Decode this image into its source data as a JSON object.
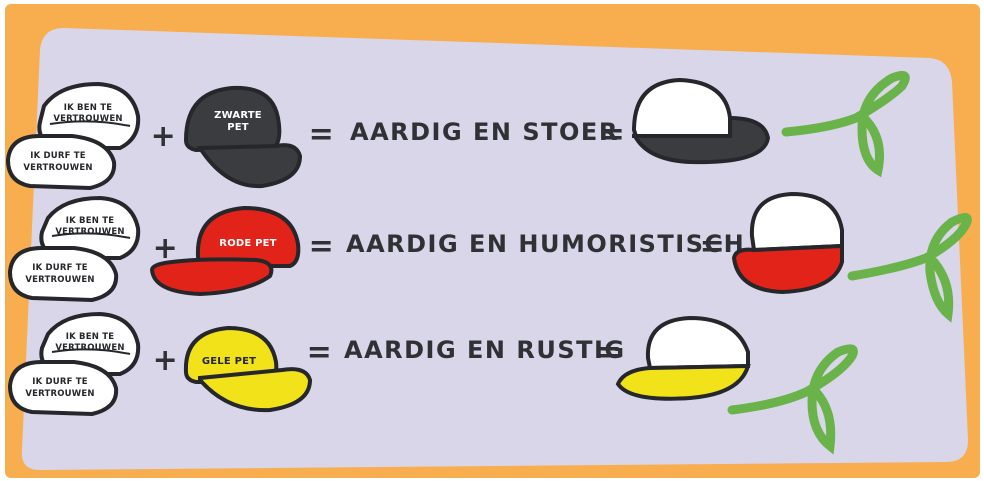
{
  "colors": {
    "background": "#f8ae4e",
    "panel": "#d9d6ea",
    "outline": "#25272b",
    "white_cap": "#ffffff",
    "black_cap": "#3a3c40",
    "red_cap": "#e2231a",
    "yellow_cap": "#f2e21a",
    "ribbon": "#6ab24a"
  },
  "rows": [
    {
      "stack_top_text": [
        "IK BEN TE",
        "VERTROUWEN"
      ],
      "stack_bottom_text": [
        "IK DURF TE",
        "VERTROUWEN"
      ],
      "plus": "+",
      "colored_cap_text": [
        "ZWARTE",
        "PET"
      ],
      "equals_1": "=",
      "result_text": "AARDIG EN STOER",
      "equals_2": "=",
      "cap_color_name": "black"
    },
    {
      "stack_top_text": [
        "IK BEN TE",
        "VERTROUWEN"
      ],
      "stack_bottom_text": [
        "IK DURF TE",
        "VERTROUWEN"
      ],
      "plus": "+",
      "colored_cap_text": [
        "RODE PET"
      ],
      "equals_1": "=",
      "result_text": "AARDIG EN HUMORISTISCH",
      "equals_2": "=",
      "cap_color_name": "red"
    },
    {
      "stack_top_text": [
        "IK BEN TE",
        "VERTROUWEN"
      ],
      "stack_bottom_text": [
        "IK DURF TE",
        "VERTROUWEN"
      ],
      "plus": "+",
      "colored_cap_text": [
        "GELE PET"
      ],
      "equals_1": "=",
      "result_text": "AARDIG EN RUSTIG",
      "equals_2": "=",
      "cap_color_name": "yellow"
    }
  ]
}
